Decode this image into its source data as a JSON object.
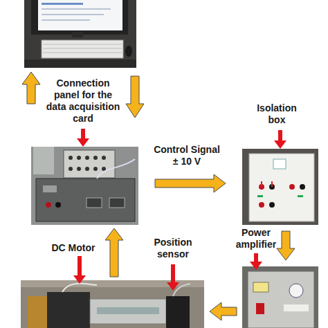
{
  "diagram": {
    "nodes": [
      {
        "text": [
          "Connection panel for the data acquisition card"
        ]
      },
      {
        "text": [
          "Isolation box"
        ]
      },
      {
        "text": [
          "Power amplifier"
        ]
      },
      {
        "text": [
          "DC Motor",
          "Position sensor"
        ]
      }
    ],
    "edges": [
      {
        "from": 0,
        "to": 1,
        "label": "Control Signal ± 10 V",
        "arrow": "to"
      },
      {
        "from": 1,
        "to": 2,
        "arrow": "to"
      },
      {
        "from": 2,
        "to": 3,
        "arrow": "to"
      },
      {
        "from": 3,
        "to": 0,
        "arrow": "to"
      }
    ]
  }
}
